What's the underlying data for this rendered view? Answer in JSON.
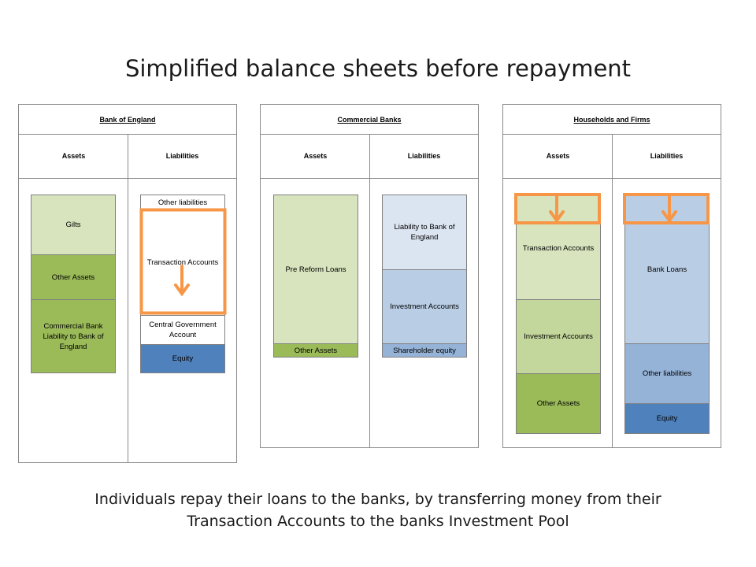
{
  "title": "Simplified balance sheets before repayment",
  "caption_line1": "Individuals repay their loans to the banks, by transferring money from their",
  "caption_line2": "Transaction Accounts to the banks Investment Pool",
  "colors": {
    "highlight_orange": "#f79646",
    "light_green": "#d7e4bd",
    "green": "#9bbb59",
    "light_blue": "#dbe5f1",
    "blue": "#4f81bd"
  },
  "boe": {
    "header": "Bank of England",
    "assets_label": "Assets",
    "liabilities_label": "Liabilities",
    "assets": [
      "Gilts",
      "Other Assets",
      "Commercial Bank Liability to Bank of England"
    ],
    "liabilities": [
      "Other liabilities",
      "Transaction Accounts",
      "Central Government Account",
      "Equity"
    ]
  },
  "cb": {
    "header": "Commercial Banks",
    "assets_label": "Assets",
    "liabilities_label": "Liabilities",
    "assets": [
      "Pre Reform Loans",
      "Other Assets"
    ],
    "liabilities": [
      "Liability to Bank of England",
      "Investment Accounts",
      "Shareholder equity"
    ]
  },
  "hf": {
    "header": "Households and Firms",
    "assets_label": "Assets",
    "liabilities_label": "Liabilities",
    "assets": [
      "Transaction Accounts",
      "Investment Accounts",
      "Other Assets"
    ],
    "liabilities": [
      "Bank Loans",
      "Other liabilities",
      "Equity"
    ]
  }
}
